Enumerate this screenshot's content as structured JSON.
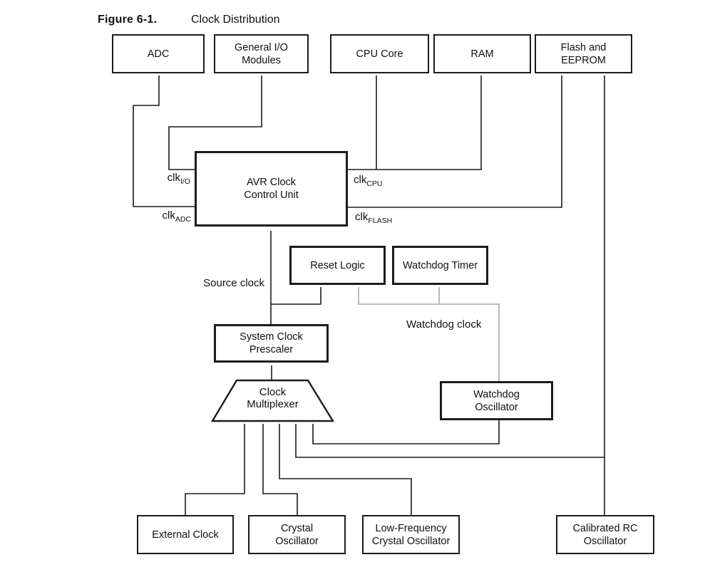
{
  "figure": {
    "label": "Figure 6-1.",
    "title": "Clock Distribution"
  },
  "nodes": {
    "adc": "ADC",
    "general_io": "General I/O\nModules",
    "cpu_core": "CPU Core",
    "ram": "RAM",
    "flash_eeprom": "Flash and\nEEPROM",
    "avr_clock_control": "AVR Clock\nControl Unit",
    "reset_logic": "Reset Logic",
    "watchdog_timer": "Watchdog Timer",
    "system_clock_prescaler": "System Clock\nPrescaler",
    "clock_multiplexer": "Clock\nMultiplexer",
    "watchdog_oscillator": "Watchdog\nOscillator",
    "external_clock": "External Clock",
    "crystal_oscillator": "Crystal\nOscillator",
    "low_freq_crystal_oscillator": "Low-Frequency\nCrystal Oscillator",
    "calibrated_rc_oscillator": "Calibrated RC\nOscillator"
  },
  "signal_labels": {
    "source_clock": "Source clock",
    "watchdog_clock": "Watchdog clock",
    "clk_io": {
      "base": "clk",
      "sub": "I/O"
    },
    "clk_adc": {
      "base": "clk",
      "sub": "ADC"
    },
    "clk_cpu": {
      "base": "clk",
      "sub": "CPU"
    },
    "clk_flash": {
      "base": "clk",
      "sub": "FLASH"
    }
  },
  "colors": {
    "line": "#1c1c1c",
    "watchdog_line": "#a9a9a9",
    "box_border": "#1c1c1c",
    "text": "#111111",
    "background": "#ffffff"
  }
}
